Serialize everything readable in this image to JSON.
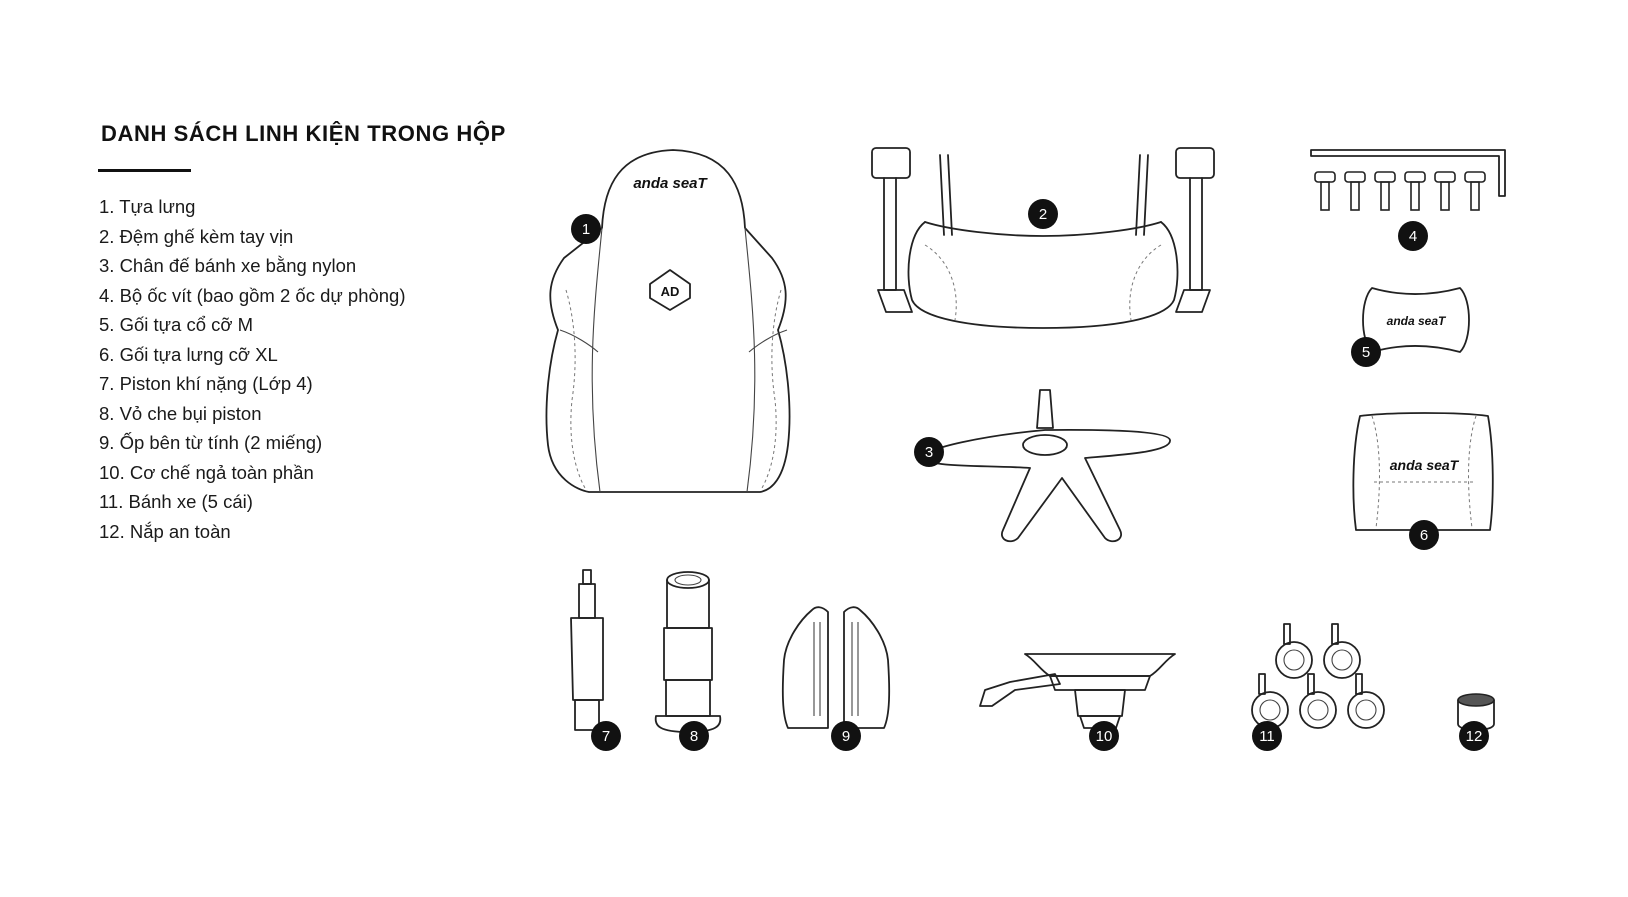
{
  "heading": "DANH SÁCH LINH KIỆN TRONG HỘP",
  "parts": [
    "1. Tựa lưng",
    "2. Đệm ghế kèm tay vịn",
    "3. Chân đế bánh xe bằng nylon",
    "4. Bộ ốc vít (bao gồm 2 ốc dự phòng)",
    "5. Gối tựa cổ cỡ M",
    "6. Gối tựa lưng cỡ XL",
    "7. Piston khí nặng (Lớp 4)",
    "8. Vỏ che bụi piston",
    "9. Ốp bên từ tính (2 miếng)",
    "10. Cơ chế ngả toàn phần",
    "11. Bánh xe (5 cái)",
    "12. Nắp an toàn"
  ],
  "badges": [
    "1",
    "2",
    "3",
    "4",
    "5",
    "6",
    "7",
    "8",
    "9",
    "10",
    "11",
    "12"
  ],
  "brand_logo": "anda seaT",
  "emblem": "AD",
  "icons": [
    "backrest-icon",
    "seat-with-armrests-icon",
    "nylon-base-icon",
    "screw-set-icon",
    "neck-pillow-icon",
    "lumbar-pillow-icon",
    "gas-lift-icon",
    "piston-cover-icon",
    "magnetic-side-covers-icon",
    "tilt-mechanism-icon",
    "casters-icon",
    "safety-cap-icon"
  ]
}
